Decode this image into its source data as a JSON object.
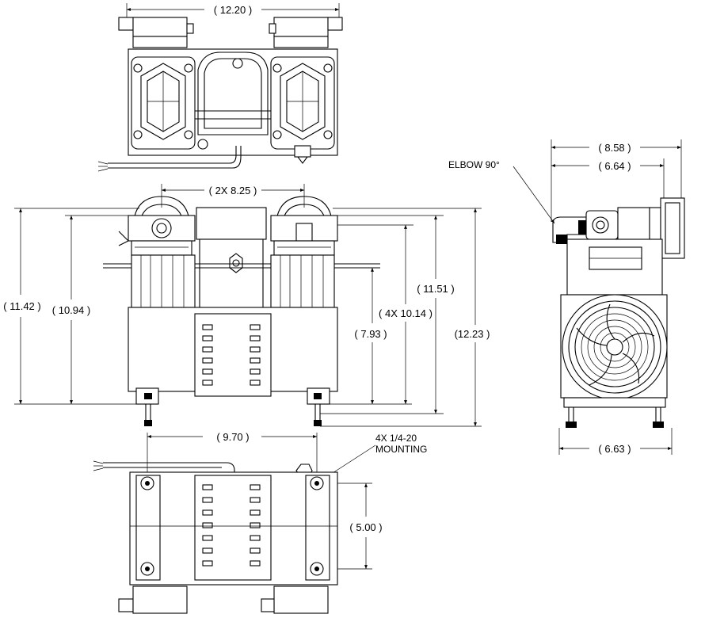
{
  "dimensions": {
    "top_overall_width": "( 12.20 )",
    "front_spacing": "( 2X 8.25 )",
    "front_height_left_outer": "( 11.42 )",
    "front_height_left_inner": "( 10.94 )",
    "front_height_mid": "( 7.93 )",
    "front_height_4x": "( 4X 10.14 )",
    "front_height_right_inner": "( 11.51 )",
    "front_height_right_outer": "(12.23 )",
    "mount_spacing_width": "( 9.70 )",
    "mount_spacing_depth": "( 5.00 )",
    "side_overall_width": "( 8.58 )",
    "side_width_inner": "( 6.64 )",
    "side_base_width": "( 6.63 )"
  },
  "notes": {
    "elbow": "ELBOW 90°",
    "mounting_line1": "4X 1/4-20",
    "mounting_line2": "MOUNTING"
  }
}
